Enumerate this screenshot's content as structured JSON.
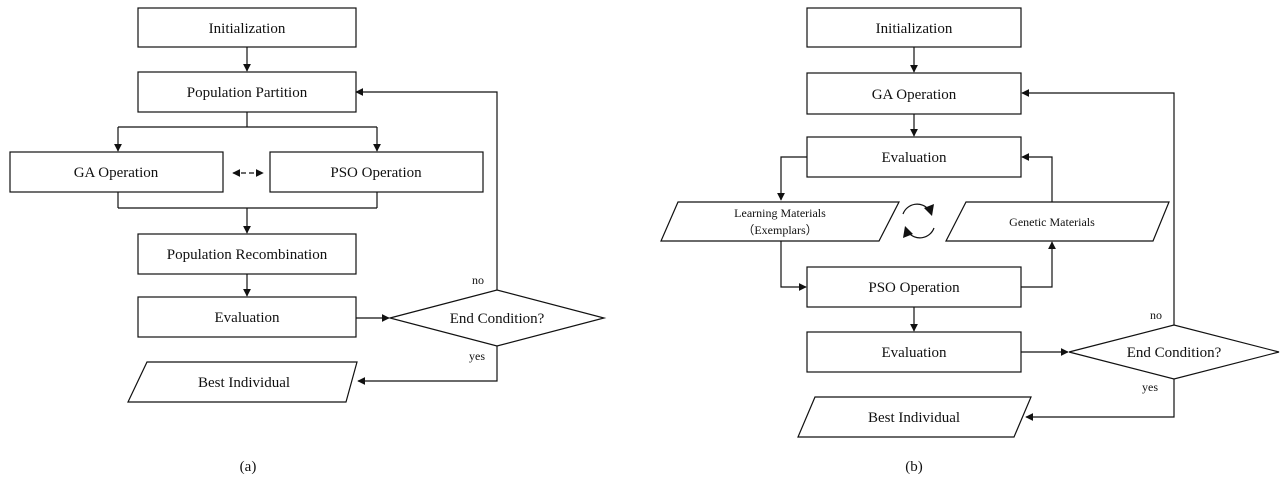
{
  "colors": {
    "stroke": "#111111",
    "ga_fill": "#c8c8c8",
    "pso_fill": "#ececec",
    "plain_fill": "#ffffff"
  },
  "diagram_a": {
    "caption": "(a)",
    "initialization": "Initialization",
    "population_partition": "Population Partition",
    "ga_operation": "GA Operation",
    "pso_operation": "PSO Operation",
    "population_recombination": "Population Recombination",
    "evaluation": "Evaluation",
    "end_condition": "End Condition?",
    "best_individual": "Best Individual",
    "no_label": "no",
    "yes_label": "yes"
  },
  "diagram_b": {
    "caption": "(b)",
    "initialization": "Initialization",
    "ga_operation": "GA Operation",
    "evaluation_top": "Evaluation",
    "learning_materials_line1": "Learning Materials",
    "learning_materials_line2": "（Exemplars）",
    "genetic_materials": "Genetic Materials",
    "pso_operation": "PSO Operation",
    "evaluation_bottom": "Evaluation",
    "end_condition": "End Condition?",
    "best_individual": "Best Individual",
    "no_label": "no",
    "yes_label": "yes"
  }
}
